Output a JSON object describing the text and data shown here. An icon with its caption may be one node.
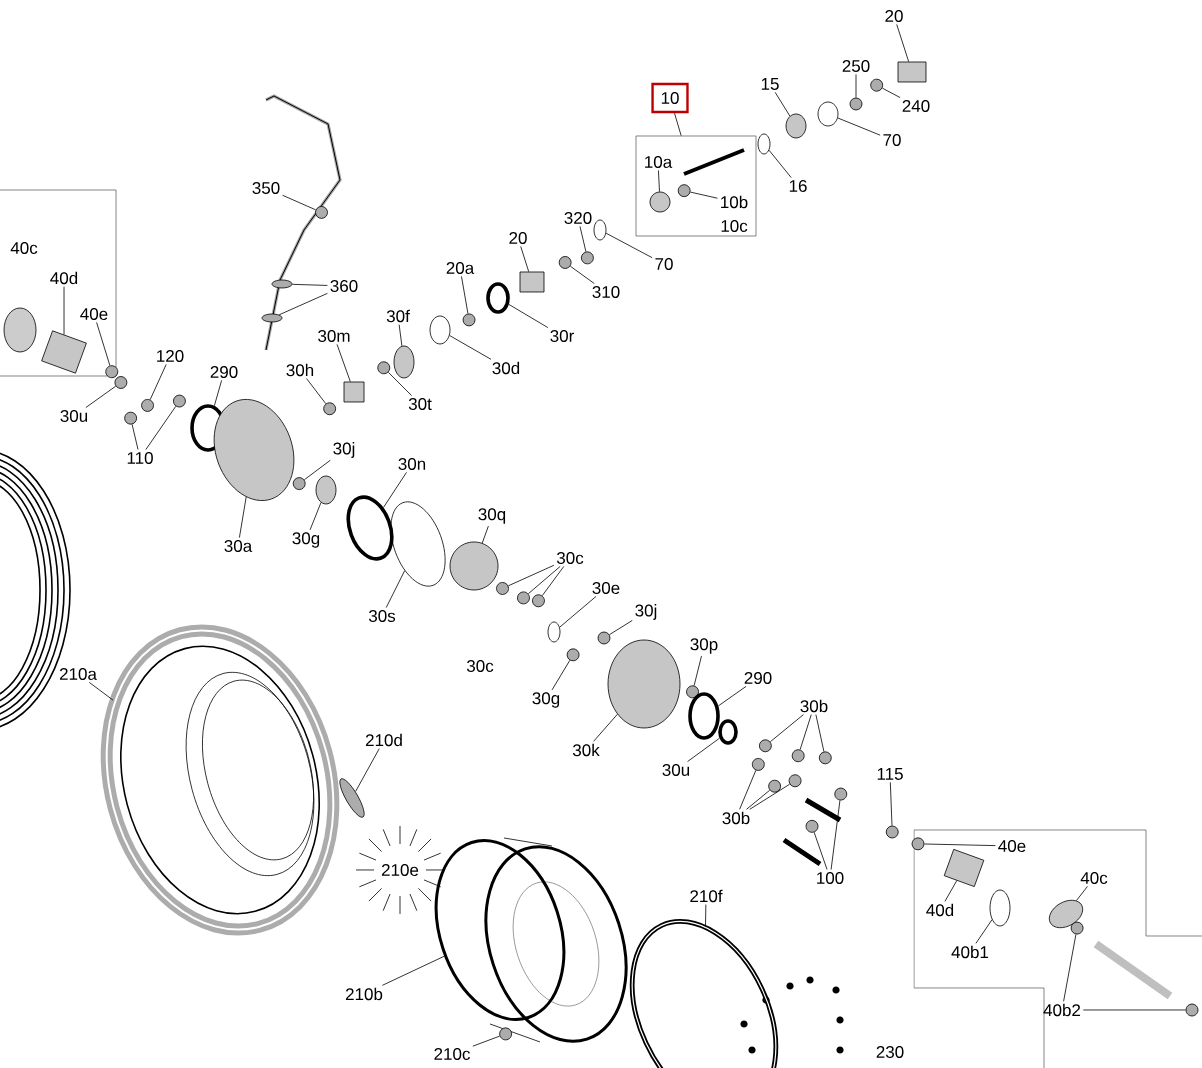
{
  "diagram": {
    "nodes": [
      {
        "text": [
          "10"
        ]
      },
      {
        "text": [],
        "shape": "box"
      },
      {
        "text": [
          "10a"
        ],
        "in": 1
      },
      {
        "text": [
          "10b"
        ],
        "in": 1
      },
      {
        "text": [
          "10c"
        ],
        "in": 1
      },
      {
        "text": [
          "20"
        ]
      },
      {
        "text": [
          "250"
        ]
      },
      {
        "text": [
          "15"
        ]
      },
      {
        "text": [
          "240"
        ]
      },
      {
        "text": [
          "70"
        ]
      },
      {
        "text": [
          "16"
        ]
      },
      {
        "text": [
          "350"
        ]
      },
      {
        "text": [
          "320"
        ]
      },
      {
        "text": [
          "20"
        ]
      },
      {
        "text": [
          "70"
        ]
      },
      {
        "text": [
          "20a"
        ]
      },
      {
        "text": [
          "360"
        ]
      },
      {
        "text": [
          "310"
        ]
      },
      {
        "text": [
          "30f"
        ]
      },
      {
        "text": [
          "30r"
        ]
      },
      {
        "text": [
          "30m"
        ]
      },
      {
        "text": [
          "120"
        ]
      },
      {
        "text": [
          "30d"
        ]
      },
      {
        "text": [
          "30h"
        ]
      },
      {
        "text": [
          "290"
        ]
      },
      {
        "text": [
          "30t"
        ]
      },
      {
        "text": [
          "30u"
        ]
      },
      {
        "text": [
          "110"
        ]
      },
      {
        "text": [
          "30j"
        ]
      },
      {
        "text": [
          "30n"
        ]
      },
      {
        "text": [
          "30q"
        ]
      },
      {
        "text": [
          "30g"
        ]
      },
      {
        "text": [
          "30a"
        ]
      },
      {
        "text": [
          "30c"
        ]
      },
      {
        "text": [
          "30e"
        ]
      },
      {
        "text": [
          "30j"
        ]
      },
      {
        "text": [
          "30s"
        ]
      },
      {
        "text": [
          "30p"
        ]
      },
      {
        "text": [
          "30c"
        ]
      },
      {
        "text": [
          "210a"
        ]
      },
      {
        "text": [
          "290"
        ]
      },
      {
        "text": [
          "30g"
        ]
      },
      {
        "text": [
          "30b"
        ]
      },
      {
        "text": [
          "210d"
        ]
      },
      {
        "text": [
          "30k"
        ]
      },
      {
        "text": [
          "30u"
        ]
      },
      {
        "text": [
          "115"
        ]
      },
      {
        "text": [
          "30b"
        ]
      },
      {
        "text": [
          "210e"
        ]
      },
      {
        "text": [
          "100"
        ]
      },
      {
        "text": [
          "210f"
        ]
      },
      {
        "text": [
          "210b"
        ]
      },
      {
        "text": [
          "230"
        ]
      },
      {
        "text": [
          "210c"
        ]
      },
      {
        "text": [],
        "shape": "box"
      },
      {
        "text": [
          "40c"
        ],
        "in": 54
      },
      {
        "text": [
          "40d"
        ],
        "in": 54
      },
      {
        "text": [
          "40e"
        ],
        "in": 54
      },
      {
        "text": [],
        "shape": "box"
      },
      {
        "text": [
          "40e"
        ],
        "in": 58
      },
      {
        "text": [
          "40d"
        ],
        "in": 58
      },
      {
        "text": [
          "40c"
        ],
        "in": 58
      },
      {
        "text": [
          "40b1"
        ],
        "in": 58
      },
      {
        "text": [
          "40b2"
        ],
        "in": 58
      },
      {
        "text": [],
        "shape": "circle",
        "in": 1
      },
      {
        "text": [],
        "shape": "circle",
        "in": 1
      },
      {
        "text": [],
        "shape": "box"
      },
      {
        "text": [],
        "shape": "circle"
      },
      {
        "text": [],
        "shape": "circle"
      },
      {
        "text": [],
        "shape": "circle"
      },
      {
        "text": [],
        "shape": "circle"
      },
      {
        "text": [],
        "shape": "circle"
      },
      {
        "text": [],
        "shape": "circle"
      },
      {
        "text": [],
        "shape": "circle"
      },
      {
        "text": [],
        "shape": "box"
      },
      {
        "text": [],
        "shape": "circle"
      },
      {
        "text": [],
        "shape": "circle"
      },
      {
        "text": [],
        "shape": "circle"
      },
      {
        "text": [],
        "shape": "circle"
      },
      {
        "text": [],
        "shape": "circle"
      },
      {
        "text": [],
        "shape": "circle"
      },
      {
        "text": [],
        "shape": "circle"
      },
      {
        "text": [],
        "shape": "box"
      },
      {
        "text": [],
        "shape": "circle"
      },
      {
        "text": [],
        "shape": "circle"
      },
      {
        "text": [],
        "shape": "circle"
      },
      {
        "text": [],
        "shape": "circle"
      },
      {
        "text": [],
        "shape": "circle"
      },
      {
        "text": [],
        "shape": "circle"
      },
      {
        "text": [],
        "shape": "circle"
      },
      {
        "text": [],
        "shape": "circle"
      },
      {
        "text": [],
        "shape": "circle"
      },
      {
        "text": [],
        "shape": "circle"
      },
      {
        "text": [],
        "shape": "circle"
      },
      {
        "text": [],
        "shape": "circle"
      },
      {
        "text": [],
        "shape": "circle"
      },
      {
        "text": [],
        "shape": "circle"
      },
      {
        "text": [],
        "shape": "circle"
      },
      {
        "text": [],
        "shape": "circle"
      },
      {
        "text": [],
        "shape": "circle"
      },
      {
        "text": [],
        "shape": "circle"
      },
      {
        "text": [],
        "shape": "circle"
      },
      {
        "text": [],
        "shape": "circle"
      },
      {
        "text": [],
        "shape": "circle"
      },
      {
        "text": [],
        "shape": "circle"
      },
      {
        "text": [],
        "shape": "circle"
      },
      {
        "text": [],
        "shape": "circle"
      },
      {
        "text": [],
        "shape": "circle"
      },
      {
        "text": [],
        "shape": "circle"
      },
      {
        "text": [],
        "shape": "circle"
      },
      {
        "text": [],
        "shape": "circle"
      },
      {
        "text": [],
        "shape": "circle"
      },
      {
        "text": [],
        "shape": "circle"
      },
      {
        "text": [],
        "shape": "circle"
      },
      {
        "text": [],
        "shape": "circle"
      },
      {
        "text": [],
        "shape": "circle"
      },
      {
        "text": [],
        "shape": "circle"
      },
      {
        "text": [],
        "shape": "circle"
      },
      {
        "text": [],
        "shape": "circle"
      },
      {
        "text": [],
        "shape": "circle"
      },
      {
        "text": [],
        "shape": "circle"
      },
      {
        "text": [],
        "shape": "box",
        "in": 54
      },
      {
        "text": [],
        "shape": "circle",
        "in": 54
      },
      {
        "text": [],
        "shape": "circle",
        "in": 58
      },
      {
        "text": [],
        "shape": "box",
        "in": 58
      },
      {
        "text": [],
        "shape": "circle",
        "in": 58
      },
      {
        "text": [],
        "shape": "circle",
        "in": 58
      },
      {
        "text": [],
        "shape": "circle",
        "in": 58
      },
      {
        "text": [],
        "shape": "circle",
        "in": 58
      }
    ],
    "edges": [
      {
        "from": 0,
        "to": 1,
        "arrow": "none"
      },
      {
        "from": 2,
        "to": 64,
        "arrow": "none"
      },
      {
        "from": 3,
        "to": 65,
        "arrow": "none"
      },
      {
        "from": 5,
        "to": 66,
        "arrow": "none"
      },
      {
        "from": 6,
        "to": 67,
        "arrow": "none"
      },
      {
        "from": 7,
        "to": 68,
        "arrow": "none"
      },
      {
        "from": 8,
        "to": 69,
        "arrow": "none"
      },
      {
        "from": 9,
        "to": 70,
        "arrow": "none"
      },
      {
        "from": 10,
        "to": 71,
        "arrow": "none"
      },
      {
        "from": 11,
        "to": 72,
        "arrow": "none"
      },
      {
        "from": 12,
        "to": 73,
        "arrow": "none"
      },
      {
        "from": 13,
        "to": 74,
        "arrow": "none"
      },
      {
        "from": 14,
        "to": 75,
        "arrow": "none"
      },
      {
        "from": 15,
        "to": 76,
        "arrow": "none"
      },
      {
        "from": 16,
        "to": 77,
        "arrow": "none"
      },
      {
        "from": 16,
        "to": 78,
        "arrow": "none"
      },
      {
        "from": 17,
        "to": 79,
        "arrow": "none"
      },
      {
        "from": 18,
        "to": 80,
        "arrow": "none"
      },
      {
        "from": 19,
        "to": 81,
        "arrow": "none"
      },
      {
        "from": 20,
        "to": 82,
        "arrow": "none"
      },
      {
        "from": 21,
        "to": 83,
        "arrow": "none"
      },
      {
        "from": 22,
        "to": 84,
        "arrow": "none"
      },
      {
        "from": 23,
        "to": 85,
        "arrow": "none"
      },
      {
        "from": 24,
        "to": 86,
        "arrow": "none"
      },
      {
        "from": 25,
        "to": 87,
        "arrow": "none"
      },
      {
        "from": 26,
        "to": 88,
        "arrow": "none"
      },
      {
        "from": 27,
        "to": 89,
        "arrow": "none"
      },
      {
        "from": 27,
        "to": 90,
        "arrow": "none"
      },
      {
        "from": 28,
        "to": 91,
        "arrow": "none"
      },
      {
        "from": 29,
        "to": 92,
        "arrow": "none"
      },
      {
        "from": 30,
        "to": 93,
        "arrow": "none"
      },
      {
        "from": 31,
        "to": 94,
        "arrow": "none"
      },
      {
        "from": 32,
        "to": 95,
        "arrow": "none"
      },
      {
        "from": 33,
        "to": 96,
        "arrow": "none"
      },
      {
        "from": 33,
        "to": 97,
        "arrow": "none"
      },
      {
        "from": 33,
        "to": 98,
        "arrow": "none"
      },
      {
        "from": 34,
        "to": 99,
        "arrow": "none"
      },
      {
        "from": 35,
        "to": 100,
        "arrow": "none"
      },
      {
        "from": 36,
        "to": 101,
        "arrow": "none"
      },
      {
        "from": 37,
        "to": 102,
        "arrow": "none"
      },
      {
        "from": 39,
        "to": 103,
        "arrow": "none"
      },
      {
        "from": 40,
        "to": 104,
        "arrow": "none"
      },
      {
        "from": 41,
        "to": 105,
        "arrow": "none"
      },
      {
        "from": 42,
        "to": 106,
        "arrow": "none"
      },
      {
        "from": 42,
        "to": 107,
        "arrow": "none"
      },
      {
        "from": 42,
        "to": 108,
        "arrow": "none"
      },
      {
        "from": 43,
        "to": 109,
        "arrow": "none"
      },
      {
        "from": 44,
        "to": 110,
        "arrow": "none"
      },
      {
        "from": 45,
        "to": 111,
        "arrow": "none"
      },
      {
        "from": 46,
        "to": 112,
        "arrow": "none"
      },
      {
        "from": 47,
        "to": 113,
        "arrow": "none"
      },
      {
        "from": 47,
        "to": 114,
        "arrow": "none"
      },
      {
        "from": 47,
        "to": 115,
        "arrow": "none"
      },
      {
        "from": 49,
        "to": 116,
        "arrow": "none"
      },
      {
        "from": 49,
        "to": 117,
        "arrow": "none"
      },
      {
        "from": 50,
        "to": 118,
        "arrow": "none"
      },
      {
        "from": 51,
        "to": 119,
        "arrow": "none"
      },
      {
        "from": 53,
        "to": 120,
        "arrow": "none"
      },
      {
        "from": 56,
        "to": 121,
        "arrow": "none"
      },
      {
        "from": 57,
        "to": 122,
        "arrow": "none"
      },
      {
        "from": 59,
        "to": 123,
        "arrow": "none"
      },
      {
        "from": 60,
        "to": 124,
        "arrow": "none"
      },
      {
        "from": 61,
        "to": 125,
        "arrow": "none"
      },
      {
        "from": 62,
        "to": 126,
        "arrow": "none"
      },
      {
        "from": 63,
        "to": 127,
        "arrow": "none"
      },
      {
        "from": 63,
        "to": 128,
        "arrow": "none"
      }
    ]
  }
}
